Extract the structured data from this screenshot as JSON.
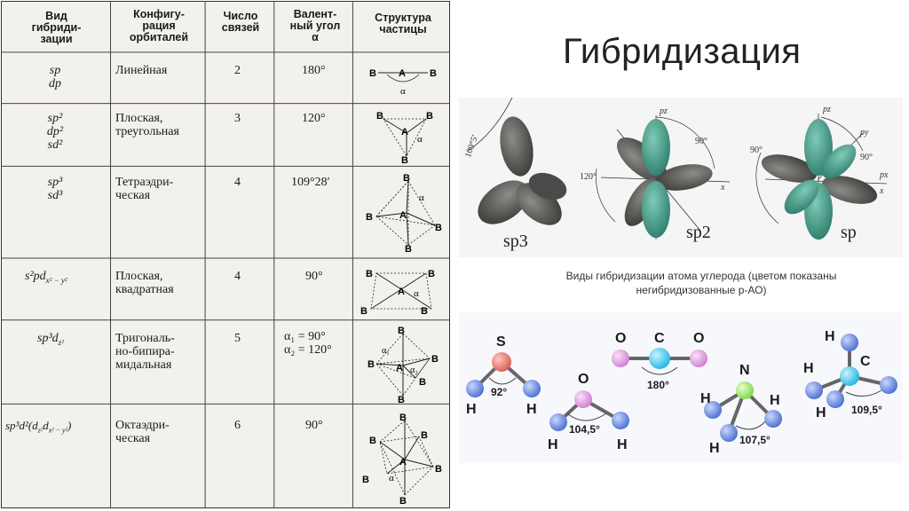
{
  "title": "Гибридизация",
  "table": {
    "headers": {
      "type": [
        "Вид",
        "гибриди-",
        "зации"
      ],
      "config": [
        "Конфигу-",
        "рация",
        "орбиталей"
      ],
      "bonds": [
        "Число",
        "связей"
      ],
      "angle": [
        "Валент-",
        "ный угол",
        "α"
      ],
      "structure": [
        "Структура",
        "частицы"
      ]
    },
    "rows": [
      {
        "type": [
          "sp",
          "dp"
        ],
        "config": [
          "Линейная"
        ],
        "bonds": "2",
        "angle": [
          "180°"
        ]
      },
      {
        "type": [
          "sp²",
          "dp²",
          "sd²"
        ],
        "config": [
          "Плоская,",
          "треугольная"
        ],
        "bonds": "3",
        "angle": [
          "120°"
        ]
      },
      {
        "type": [
          "sp³",
          "sd³"
        ],
        "config": [
          "Тетраэдри-",
          "ческая"
        ],
        "bonds": "4",
        "angle": [
          "109°28′"
        ]
      },
      {
        "type": [
          "s²pd"
        ],
        "type_sub": "x² − y²",
        "config": [
          "Плоская,",
          "квадратная"
        ],
        "bonds": "4",
        "angle": [
          "90°"
        ]
      },
      {
        "type": [
          "sp³d"
        ],
        "type_sub": "z²",
        "config": [
          "Тригональ-",
          "но-бипира-",
          "мидальная"
        ],
        "bonds": "5",
        "angle": [
          "α₁ = 90°",
          "α₂ = 120°"
        ]
      },
      {
        "type": [
          "sp³d²(d"
        ],
        "type_sub": "z²",
        "type_extra": "d",
        "type_sub2": "x² − y²",
        "type_close": ")",
        "config": [
          "Октаэдри-",
          "ческая"
        ],
        "bonds": "6",
        "angle": [
          "90°"
        ]
      }
    ],
    "struct_labels": {
      "center": "A",
      "ligand": "B",
      "alpha": "α",
      "alpha1": "α₁",
      "alpha2": "α₂"
    }
  },
  "orbitals": {
    "labels": [
      "sp3",
      "sp2",
      "sp"
    ],
    "angles": [
      "109°5′",
      "120°",
      "90°",
      "90°",
      "90°"
    ],
    "axes": [
      "x",
      "pz",
      "px",
      "py"
    ]
  },
  "caption": [
    "Виды гибридизации атома углерода (цветом показаны",
    "негибридизованные p-АО)"
  ],
  "molecules": {
    "h2s": {
      "center": "S",
      "h": "H",
      "angle": "92°"
    },
    "h2o": {
      "center": "O",
      "h": "H",
      "angle": "104,5°"
    },
    "co2": {
      "center": "C",
      "o": "O",
      "angle": "180°"
    },
    "nh3": {
      "center": "N",
      "h": "H",
      "angle": "107,5°"
    },
    "ch4": {
      "center": "C",
      "h": "H",
      "angle": "109,5°"
    }
  },
  "colors": {
    "carbon_lobe": "#5a5a58",
    "p_lobe": "#4a9a88",
    "atom_h": "#5a80d8",
    "atom_s": "#e06a60",
    "atom_o": "#d890d8",
    "atom_c": "#40c8ee",
    "atom_n": "#90e060"
  }
}
